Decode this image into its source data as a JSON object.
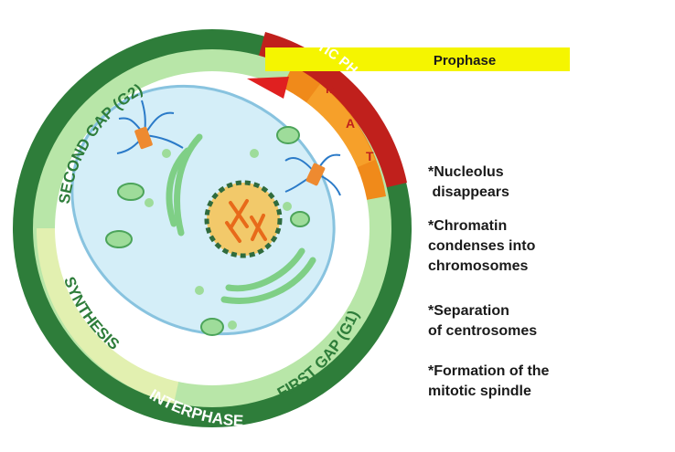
{
  "diagram": {
    "ring_labels": {
      "second_gap": "SECOND GAP (G2)",
      "synthesis": "SYNTHESIS",
      "first_gap": "FIRST GAP (G1)",
      "interphase": "INTERPHASE",
      "mitotic_phase": "MITOTIC PHASE",
      "m_letter": "M",
      "a_letter": "A",
      "t_letter": "T"
    },
    "banner": {
      "label": "Prophase"
    },
    "notes": [
      {
        "lines": [
          "*Nucleolus",
          " disappears"
        ]
      },
      {
        "lines": [
          "*Chromatin",
          "condenses into",
          "chromosomes"
        ]
      },
      {
        "lines": [
          "*Separation",
          "of centrosomes"
        ]
      },
      {
        "lines": [
          "*Formation of the",
          "mitotic spindle"
        ]
      }
    ],
    "colors": {
      "outer_ring": "#2e7d3a",
      "inner_ring": "#b8e6a8",
      "synthesis_band": "#e2f0b0",
      "cell_fill": "#d4eef8",
      "cell_border": "#88c3df",
      "organelle_green": "#7fcf86",
      "nucleus_fill": "#f2c96a",
      "nucleus_border": "#3a7a4a",
      "chromosome": "#e86a1a",
      "mitotic_red": "#c0201c",
      "mitotic_orange": "#f08a1a",
      "banner_yellow": "#f5f500",
      "centrosome_blue": "#2a7ac8",
      "centrosome_orange": "#ee8a30"
    }
  }
}
